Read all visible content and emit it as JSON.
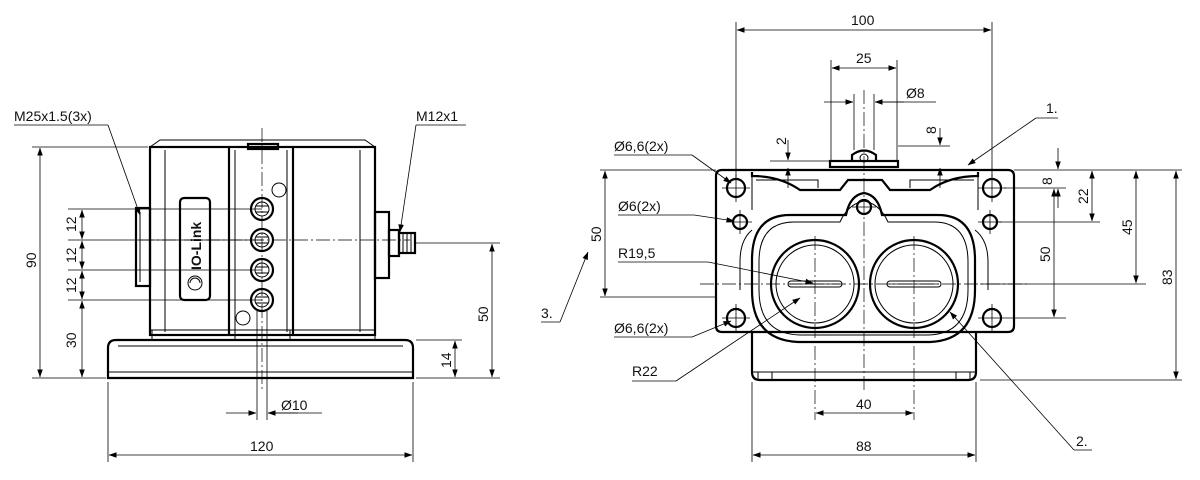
{
  "left_view": {
    "thread_main": "M25x1.5(3x)",
    "thread_connector": "M12x1",
    "logo_text": "IO-Link",
    "dims": {
      "total_height": "90",
      "port_pitch_1": "12",
      "port_pitch_2": "12",
      "port_pitch_3": "12",
      "base_to_port": "30",
      "connector_height": "50",
      "base_thickness": "14",
      "bore_diameter": "Ø10",
      "total_width": "120"
    }
  },
  "right_view": {
    "dims": {
      "top_width": "100",
      "slot_width": "25",
      "pin_diameter": "Ø8",
      "pin_offset_2": "2",
      "pin_offset_8": "8",
      "hole_66_top": "Ø6,6(2x)",
      "hole_6": "Ø6(2x)",
      "radius_195": "R19,5",
      "hole_66_bottom": "Ø6,6(2x)",
      "radius_22": "R22",
      "left_height": "50",
      "right_8": "8",
      "right_22": "22",
      "right_45": "45",
      "right_50": "50",
      "right_83": "83",
      "bottom_40": "40",
      "bottom_88": "88"
    },
    "callouts": {
      "c1": "1.",
      "c2": "2.",
      "c3": "3."
    }
  }
}
